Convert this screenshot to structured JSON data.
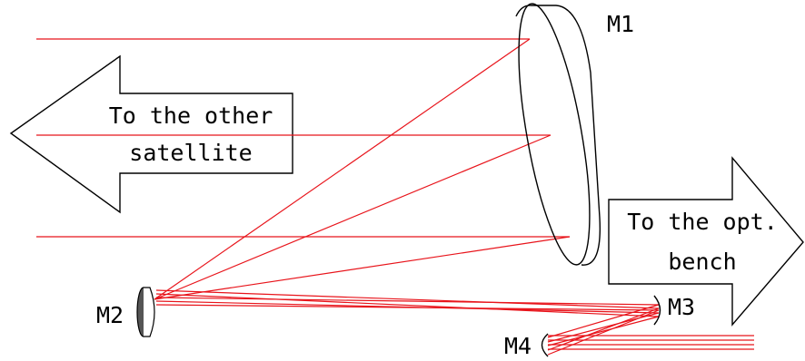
{
  "labels": {
    "m1": "M1",
    "m2": "M2",
    "m3": "M3",
    "m4": "M4",
    "left_arrow_line1": "To the other",
    "left_arrow_line2": "satellite",
    "right_arrow_line1": "To the opt.",
    "right_arrow_line2": "bench"
  },
  "colors": {
    "beam": "#e8141b",
    "outline": "#000000",
    "background": "#ffffff",
    "mirror_fill": "#555555"
  }
}
